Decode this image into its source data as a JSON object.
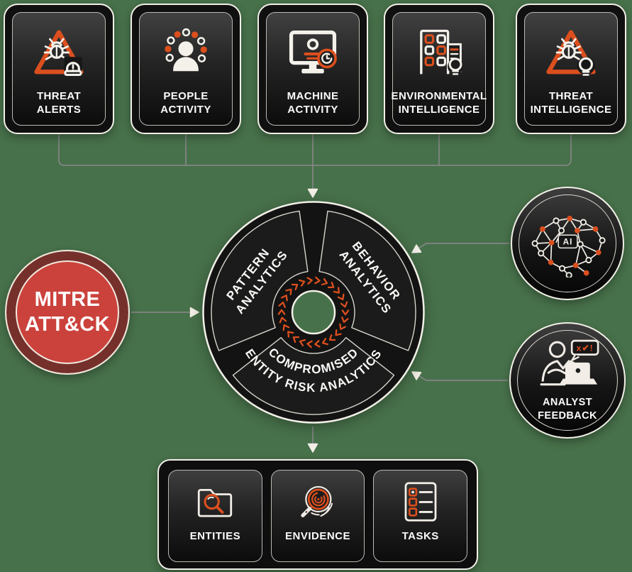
{
  "colors": {
    "background": "#47714A",
    "accent_orange": "#DB4F1E",
    "mitre_red": "#CB423C",
    "mitre_ring_dark_red": "#76302B",
    "card_black": "#101010",
    "connector_gray": "#858585",
    "arrow_white": "#F2EEE7",
    "text_white": "#FFFFFF"
  },
  "sources": [
    {
      "line1": "THREAT",
      "line2": "ALERTS",
      "icon": "threat-alerts-icon"
    },
    {
      "line1": "PEOPLE",
      "line2": "ACTIVITY",
      "icon": "people-activity-icon"
    },
    {
      "line1": "MACHINE",
      "line2": "ACTIVITY",
      "icon": "machine-activity-icon"
    },
    {
      "line1": "ENVIRONMENTAL",
      "line2": "INTELLIGENCE",
      "icon": "environmental-intelligence-icon"
    },
    {
      "line1": "THREAT",
      "line2": "INTELLIGENCE",
      "icon": "threat-intelligence-icon"
    }
  ],
  "mitre": {
    "line1": "MITRE",
    "line2": "ATT&CK"
  },
  "analytics_wheel": {
    "segments": [
      {
        "line1": "PATTERN",
        "line2": "ANALYTICS"
      },
      {
        "line1": "BEHAVIOR",
        "line2": "ANALYTICS"
      },
      {
        "line1": "COMPROMISED",
        "line2": "ENTITY RISK ANALYTICS"
      }
    ]
  },
  "ai_node": {
    "label": "AI"
  },
  "analyst_node": {
    "line1": "ANALYST",
    "line2": "FEEDBACK",
    "bubble": "x✔!"
  },
  "outputs": [
    {
      "label": "ENTITIES",
      "icon": "entities-icon"
    },
    {
      "label": "ENVIDENCE",
      "icon": "evidence-icon"
    },
    {
      "label": "TASKS",
      "icon": "tasks-icon"
    }
  ]
}
